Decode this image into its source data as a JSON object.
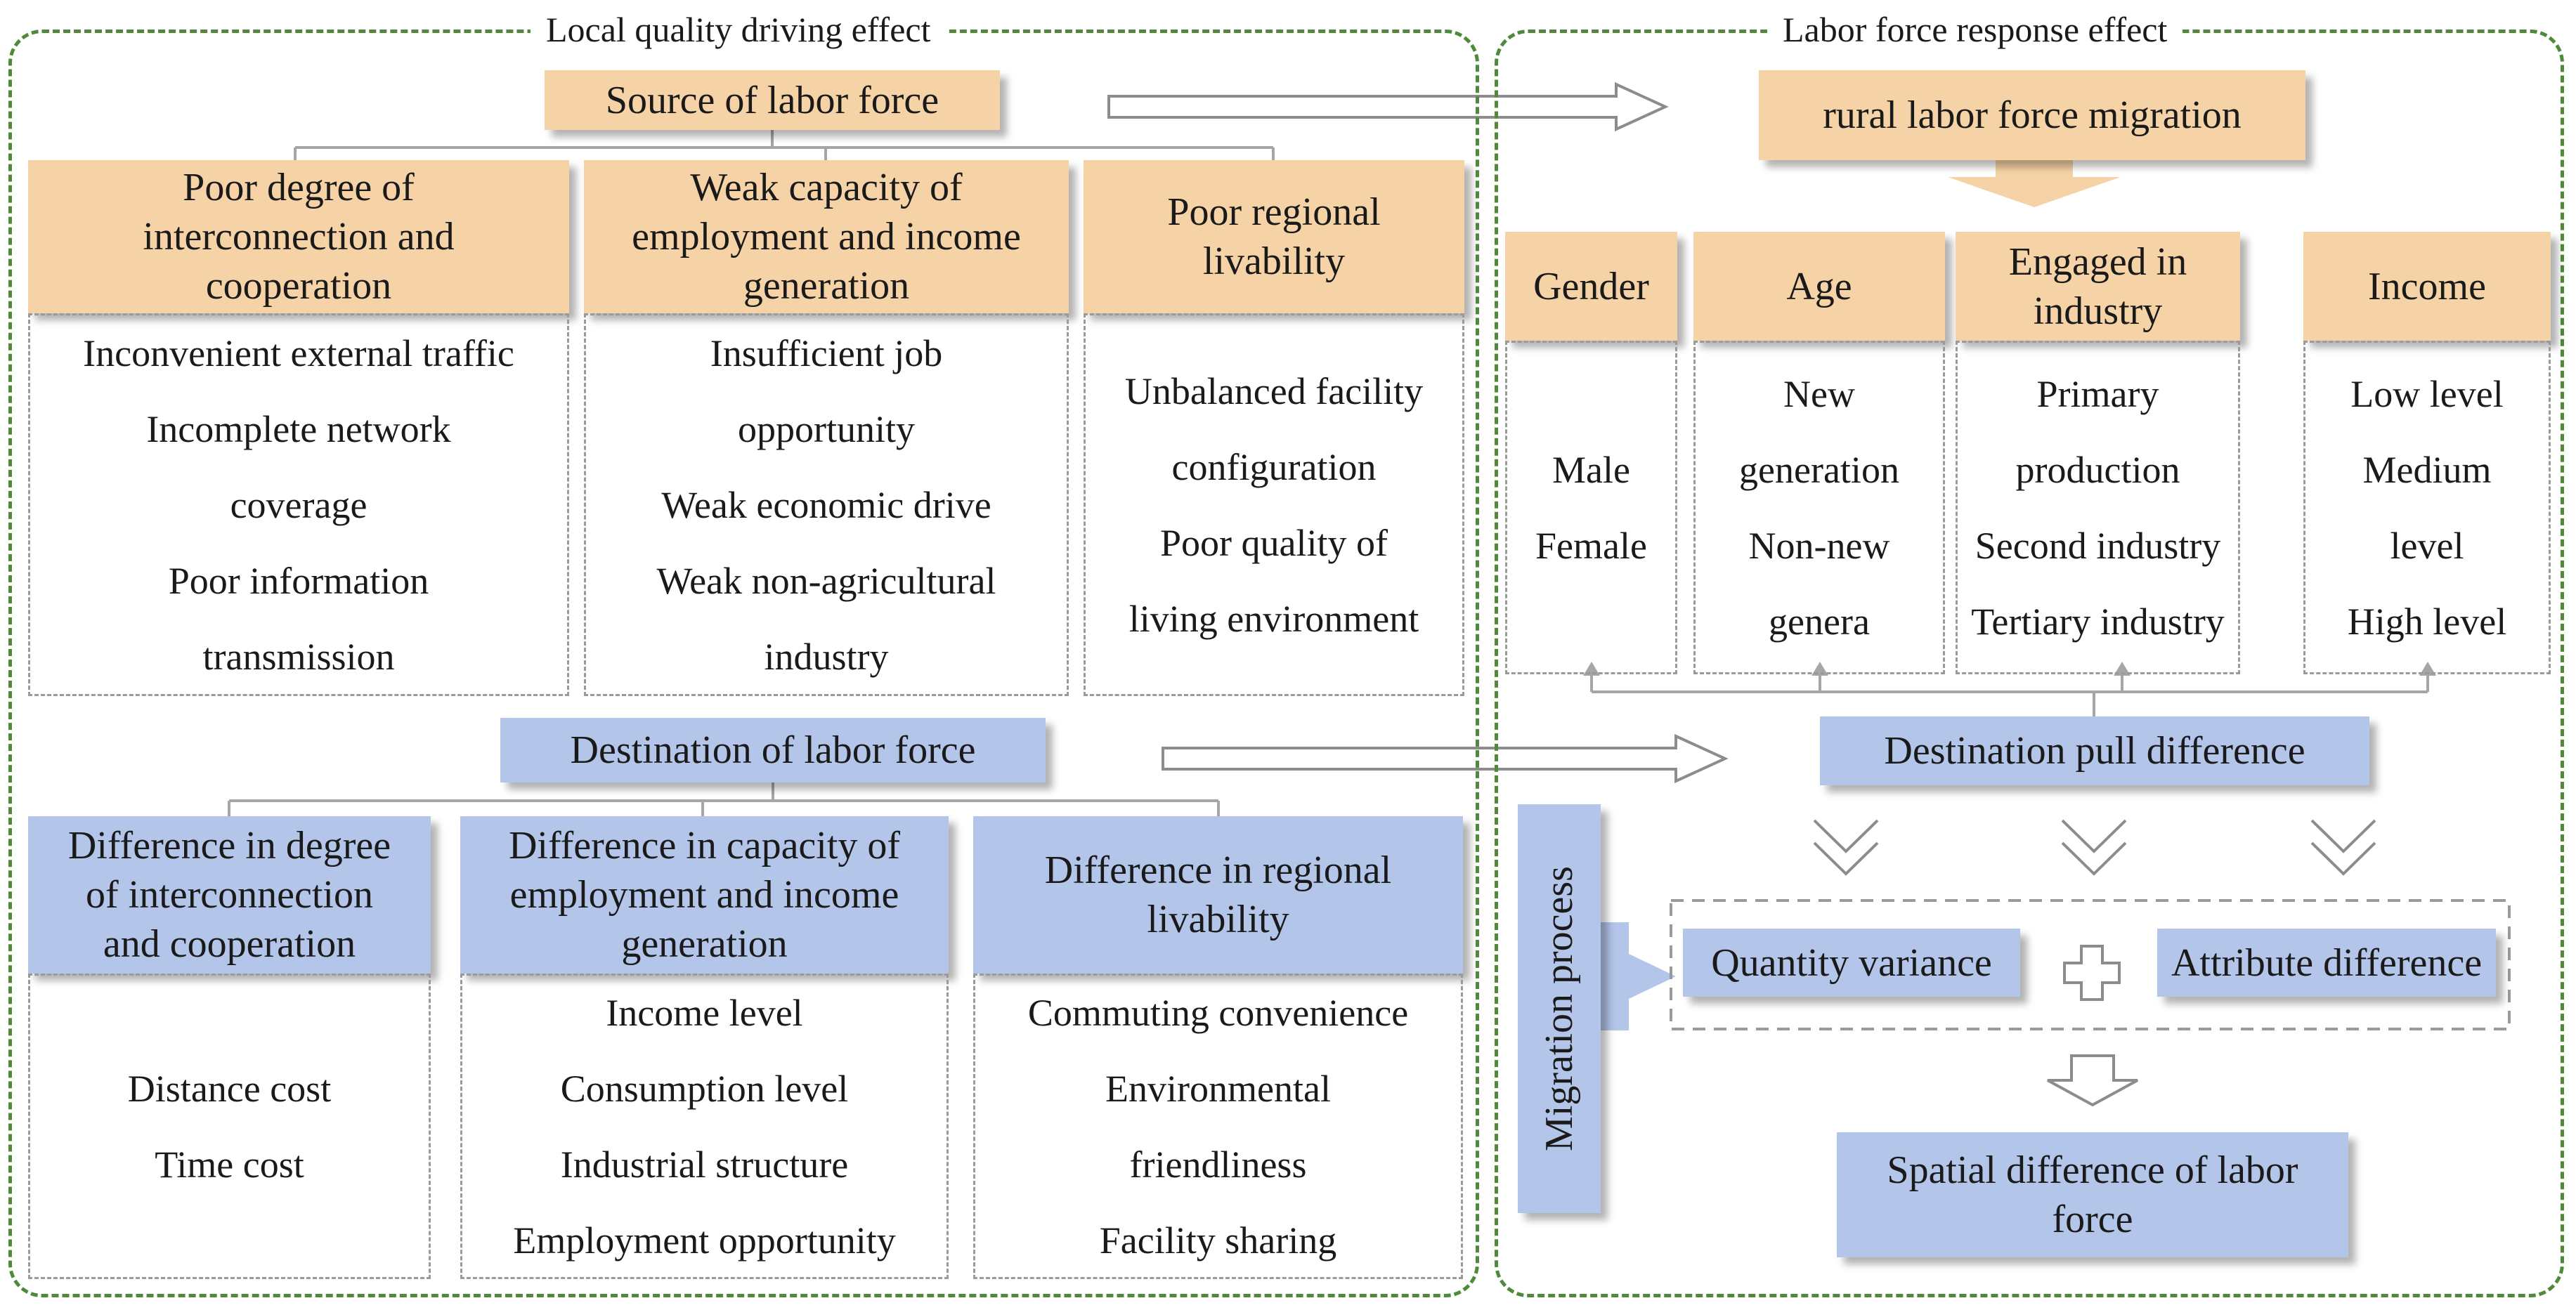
{
  "left_panel": {
    "title": "Local quality driving effect",
    "source": {
      "title": "Source of labor force",
      "categories": [
        {
          "title": [
            "Poor degree of",
            "interconnection and",
            "cooperation"
          ],
          "items": [
            "Inconvenient external traffic",
            "Incomplete network",
            "coverage",
            "Poor information",
            "transmission"
          ]
        },
        {
          "title": [
            "Weak capacity of",
            "employment and income",
            "generation"
          ],
          "items": [
            "Insufficient job",
            "opportunity",
            "Weak economic drive",
            "Weak non-agricultural",
            "industry"
          ]
        },
        {
          "title": [
            "Poor regional",
            "livability"
          ],
          "items": [
            "Unbalanced facility",
            "configuration",
            "Poor quality of",
            "living environment"
          ]
        }
      ]
    },
    "destination": {
      "title": "Destination of labor force",
      "categories": [
        {
          "title": [
            "Difference in degree",
            "of interconnection",
            "and cooperation"
          ],
          "items": [
            "Distance cost",
            "Time cost"
          ]
        },
        {
          "title": [
            "Difference in capacity of",
            "employment and income",
            "generation"
          ],
          "items": [
            "Income level",
            "Consumption level",
            "Industrial structure",
            "Employment opportunity"
          ]
        },
        {
          "title": [
            "Difference in regional",
            "livability"
          ],
          "items": [
            "Commuting convenience",
            "Environmental",
            "friendliness",
            "Facility sharing"
          ]
        }
      ]
    }
  },
  "right_panel": {
    "title": "Labor force response effect",
    "migration": "rural labor force migration",
    "attributes": [
      {
        "title": [
          "Gender"
        ],
        "items": [
          "Male",
          "Female"
        ]
      },
      {
        "title": [
          "Age"
        ],
        "items": [
          "New",
          "generation",
          "Non-new",
          "genera"
        ]
      },
      {
        "title": [
          "Engaged in",
          "industry"
        ],
        "items": [
          "Primary",
          "production",
          "Second industry",
          "Tertiary industry"
        ]
      },
      {
        "title": [
          "Income"
        ],
        "items": [
          "Low level",
          "Medium",
          "level",
          "High level"
        ]
      }
    ],
    "pull": "Destination pull difference",
    "process": "Migration process",
    "quantity": "Quantity variance",
    "attribute_diff": "Attribute difference",
    "result": [
      "Spatial difference of labor",
      "force"
    ]
  },
  "colors": {
    "tan": "#f5d3a6",
    "blue": "#b4c5ea",
    "panel_border": "#4f8a3a",
    "dash": "#9a9a9a",
    "connector": "#a6a6a6"
  }
}
